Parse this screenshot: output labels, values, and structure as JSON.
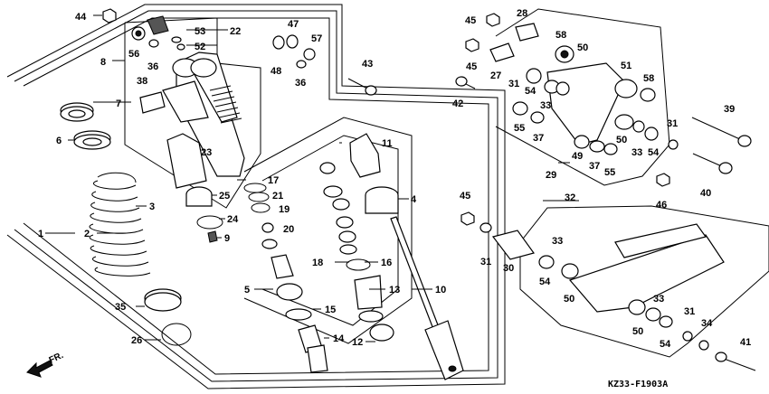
{
  "diagram": {
    "code": "KZ33-F1903A",
    "direction_label": "FR.",
    "labels": [
      "44",
      "22",
      "53",
      "52",
      "47",
      "57",
      "56",
      "36",
      "48",
      "36",
      "8",
      "43",
      "7",
      "38",
      "6",
      "23",
      "3",
      "25",
      "24",
      "9",
      "17",
      "21",
      "19",
      "20",
      "11",
      "4",
      "2",
      "1",
      "5",
      "18",
      "16",
      "10",
      "13",
      "35",
      "15",
      "14",
      "12",
      "26",
      "45",
      "28",
      "58",
      "50",
      "45",
      "27",
      "42",
      "31",
      "54",
      "51",
      "58",
      "33",
      "55",
      "37",
      "31",
      "39",
      "50",
      "33",
      "54",
      "49",
      "37",
      "55",
      "29",
      "46",
      "40",
      "45",
      "32",
      "33",
      "31",
      "30",
      "54",
      "50",
      "33",
      "50",
      "31",
      "54",
      "34",
      "41"
    ]
  }
}
